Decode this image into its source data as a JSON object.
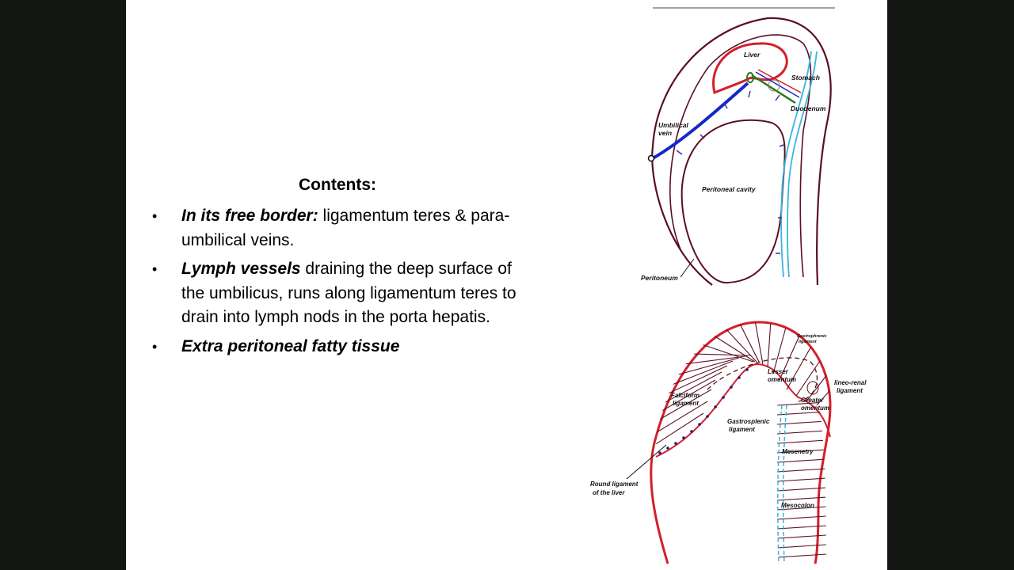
{
  "contents": {
    "heading": "Contents:",
    "bullets": [
      {
        "term": "In its free border",
        "sep": ":",
        "text": " ligamentum teres & para-umbilical veins."
      },
      {
        "term": "Lymph vessels",
        "sep": "",
        "text": " draining the deep surface of the umbilicus, runs along ligamentum teres to drain into lymph nods in the porta hepatis."
      },
      {
        "term": "Extra peritoneal fatty tissue",
        "sep": "",
        "text": ""
      }
    ]
  },
  "figure_top": {
    "labels": {
      "liver": "Liver",
      "stomach": "Stomach",
      "duodenum": "Duodenum",
      "umbilical_vein_1": "Umbilical",
      "umbilical_vein_2": "vein",
      "peritoneal_cavity": "Peritoneal cavity",
      "peritoneum": "Peritoneum"
    },
    "colors": {
      "outline": "#5a0f22",
      "liver": "#d41f2a",
      "vein": "#1428c8",
      "gut": "#3ab4e0"
    }
  },
  "figure_bottom": {
    "labels": {
      "gastrophrenic_1": "Gastrophrenic",
      "gastrophrenic_2": "ligament",
      "lesser_omentum_1": "Lesser",
      "lesser_omentum_2": "omentum",
      "lienorenal_1": "lineo-renal",
      "lienorenal_2": "ligament",
      "greater_omentum_1": "Greater",
      "greater_omentum_2": "omentum",
      "falciform_1": "Falciform",
      "falciform_2": "ligament",
      "gastrosplenic_1": "Gastrosplenic",
      "gastrosplenic_2": "ligament",
      "mesentery": "Mesenetry",
      "round_ligament_1": "Round ligament",
      "round_ligament_2": "of the liver",
      "mesocolon": "Mesocolon"
    },
    "colors": {
      "outline": "#d41f2a",
      "hatch": "#5a0f22",
      "gut": "#3ab4e0"
    }
  }
}
